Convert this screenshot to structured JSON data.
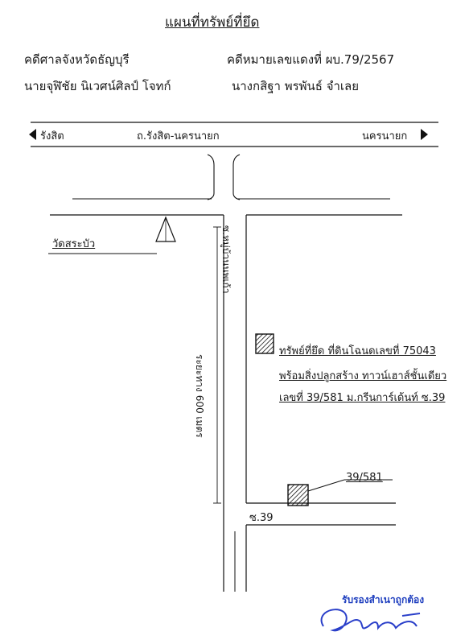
{
  "header": {
    "title": "แผนที่ทรัพย์ที่ยึด",
    "court": "คดีศาลจังหวัดธัญบุรี",
    "case_no": "คดีหมายเลขแดงที่ ผบ.79/2567",
    "plaintiff": "นายจุฬิชัย นิเวศน์ศิลป์ โจทก์",
    "defendant": "นางกสิฐา พรพันธ์ จำเลย"
  },
  "map": {
    "west_label": "รังสิต",
    "east_label": "นครนายก",
    "main_road": "ถ.รังสิต-นครนายก",
    "temple_label": "วัดสระบัว",
    "side_road": "ซ.หมู่บ้านนพเก้า",
    "distance": "ระยะทาง 600 เมตร",
    "soi": "ซ.39",
    "parcel_label": "39/581",
    "property_line1": "ทรัพย์ที่ยึด ที่ดินโฉนดเลขที่ 75043",
    "property_line2": "พร้อมสิ่งปลูกสร้าง ทาวน์เฮาส์ชั้นเดียว",
    "property_line3": "เลขที่ 39/581 ม.กรีนการ์เด้นท์ ซ.39"
  },
  "footer": {
    "certify": "รับรองสำเนาถูกต้อง"
  }
}
